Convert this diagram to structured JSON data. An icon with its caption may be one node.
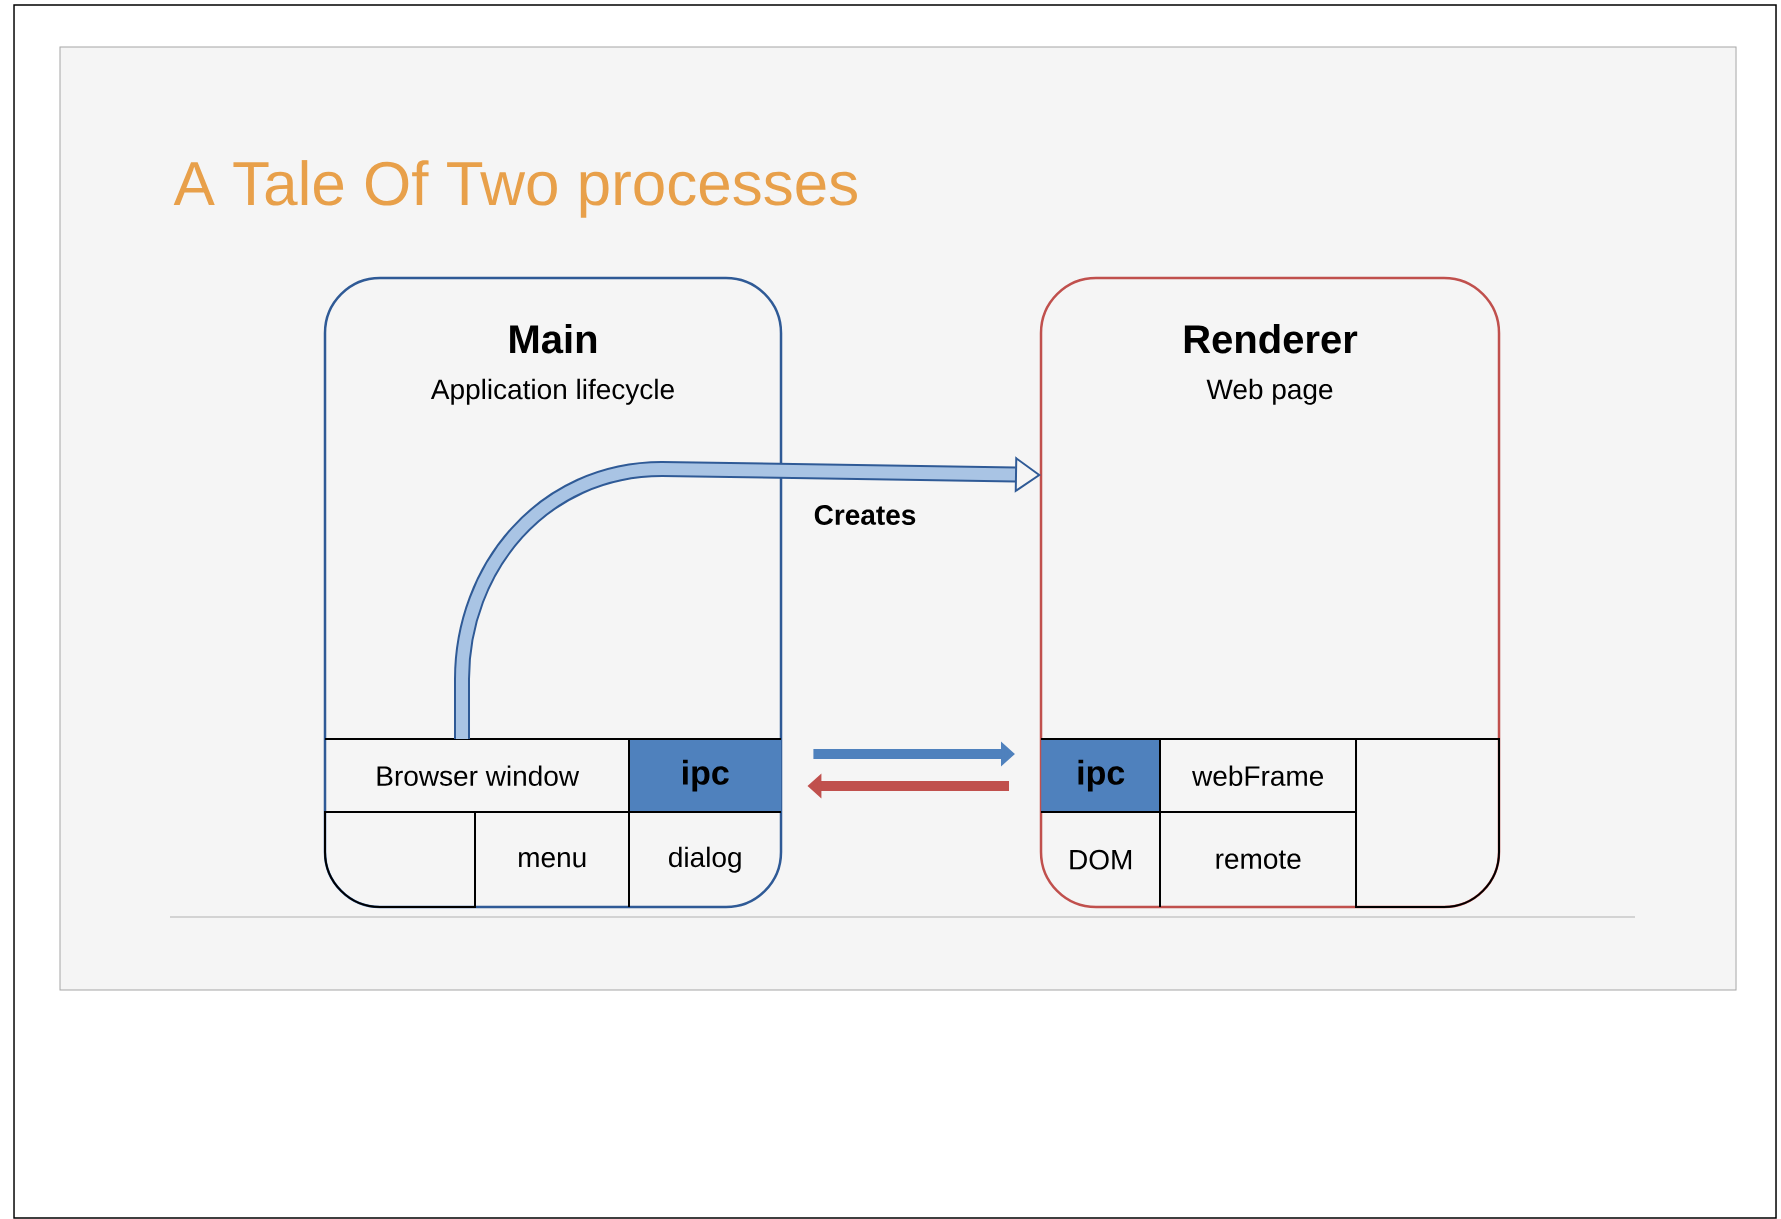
{
  "diagram": {
    "title": "A Tale Of Two processes",
    "nodes": [
      {
        "text": [
          "Main",
          "Application lifecycle"
        ]
      },
      {
        "text": [
          "Browser window"
        ],
        "in": 0
      },
      {
        "text": [
          "ipc"
        ],
        "in": 0
      },
      {
        "text": [],
        "shape": "box",
        "in": 0
      },
      {
        "text": [
          "menu"
        ],
        "in": 0
      },
      {
        "text": [
          "dialog"
        ],
        "in": 0
      },
      {
        "text": [
          "Renderer",
          "Web page"
        ]
      },
      {
        "text": [
          "ipc"
        ],
        "in": 6
      },
      {
        "text": [
          "webFrame"
        ],
        "in": 6
      },
      {
        "text": [],
        "shape": "box",
        "in": 6
      },
      {
        "text": [
          "DOM"
        ],
        "in": 6
      },
      {
        "text": [
          "remote"
        ],
        "in": 6
      }
    ],
    "edges": [
      {
        "from": 1,
        "to": 6,
        "arrow": "to",
        "label": "Creates"
      },
      {
        "from": 2,
        "to": 7,
        "arrow": "to",
        "color": "#4f81bd"
      },
      {
        "from": 7,
        "to": 2,
        "arrow": "to",
        "color": "#c0504d"
      }
    ]
  }
}
